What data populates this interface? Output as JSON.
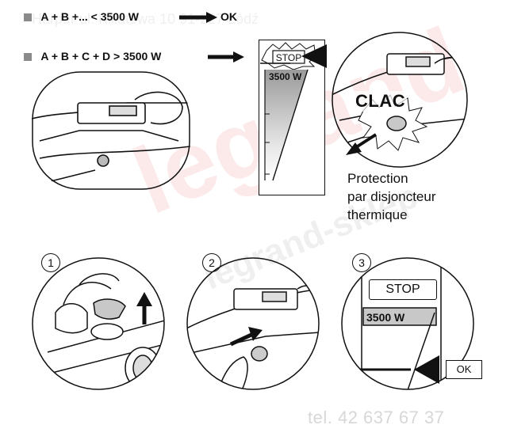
{
  "lines": {
    "line1": {
      "formula": "A + B +... < 3500 W",
      "result": "OK"
    },
    "line2": {
      "formula": "A + B + C + D > 3500 W"
    }
  },
  "top_gauge": {
    "stop_label": "STOP",
    "power_label": "3500 W"
  },
  "clac_label": "CLAC",
  "protection": {
    "line1": "Protection",
    "line2": "par disjoncteur",
    "line3": "thermique"
  },
  "steps": [
    {
      "number": "1"
    },
    {
      "number": "2"
    },
    {
      "number": "3",
      "stop_label": "STOP",
      "power_label": "3500 W",
      "ok_label": "OK"
    }
  ],
  "watermark": {
    "header": "Harper ul. Kiliatowa 10 91-227 Łódź",
    "brand": "legrand",
    "mid_word": "legrand-sklep",
    "footer_phone": "tel. 42 637 67 37"
  },
  "colors": {
    "watermark_red": "#e63c3c",
    "bullet_gray": "#8a8a8a",
    "ink": "#111111"
  }
}
